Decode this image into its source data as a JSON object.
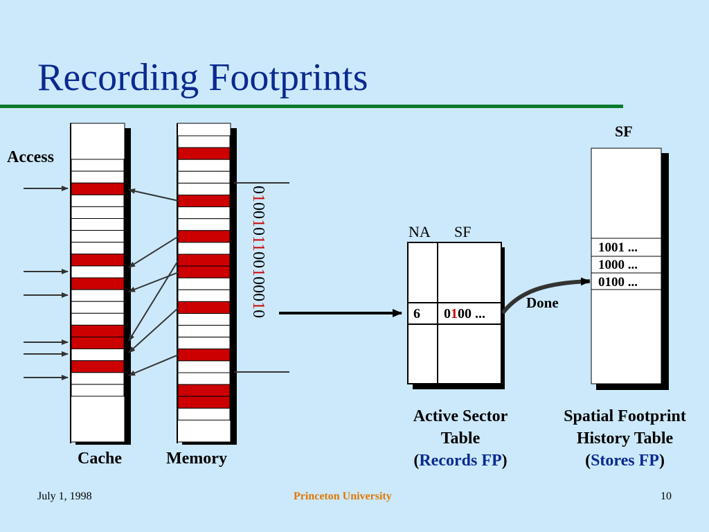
{
  "slide": {
    "title": "Recording Footprints",
    "footer": {
      "date": "July 1, 1998",
      "institution": "Princeton University",
      "page": "10"
    }
  },
  "diagram": {
    "access_label": "Access",
    "cache_label": "Cache",
    "memory_label": "Memory",
    "bit_string": "0100101100100010",
    "highlighted_bit_indexes": [
      1,
      4,
      6,
      7,
      10,
      14
    ],
    "cache_highlighted_rows": [
      2,
      8,
      10,
      14,
      15,
      17
    ],
    "memory_highlighted_rows": [
      1,
      5,
      8,
      10,
      11,
      14,
      18,
      21,
      22
    ],
    "active_sector_table": {
      "col_na": "NA",
      "col_sf": "SF",
      "row_na": "6",
      "row_sf_parts": [
        "0",
        "1",
        "00 ..."
      ],
      "caption_line1": "Active Sector",
      "caption_line2": "Table",
      "caption_paren_open": "(",
      "caption_emph": "Records FP",
      "caption_paren_close": ")"
    },
    "done_label": "Done",
    "history_table": {
      "header": "SF",
      "entries": [
        "1001 ...",
        "1000 ...",
        "0100 ..."
      ],
      "caption_line1": "Spatial Footprint",
      "caption_line2": "History Table",
      "caption_paren_open": "(",
      "caption_emph": "Stores FP",
      "caption_paren_close": ")"
    },
    "colors": {
      "background": "#cce9fb",
      "highlight": "#cc0000",
      "accent_blue": "#0b2a8f",
      "rule_green": "#0a7a2a",
      "footer_orange": "#e07800"
    }
  }
}
